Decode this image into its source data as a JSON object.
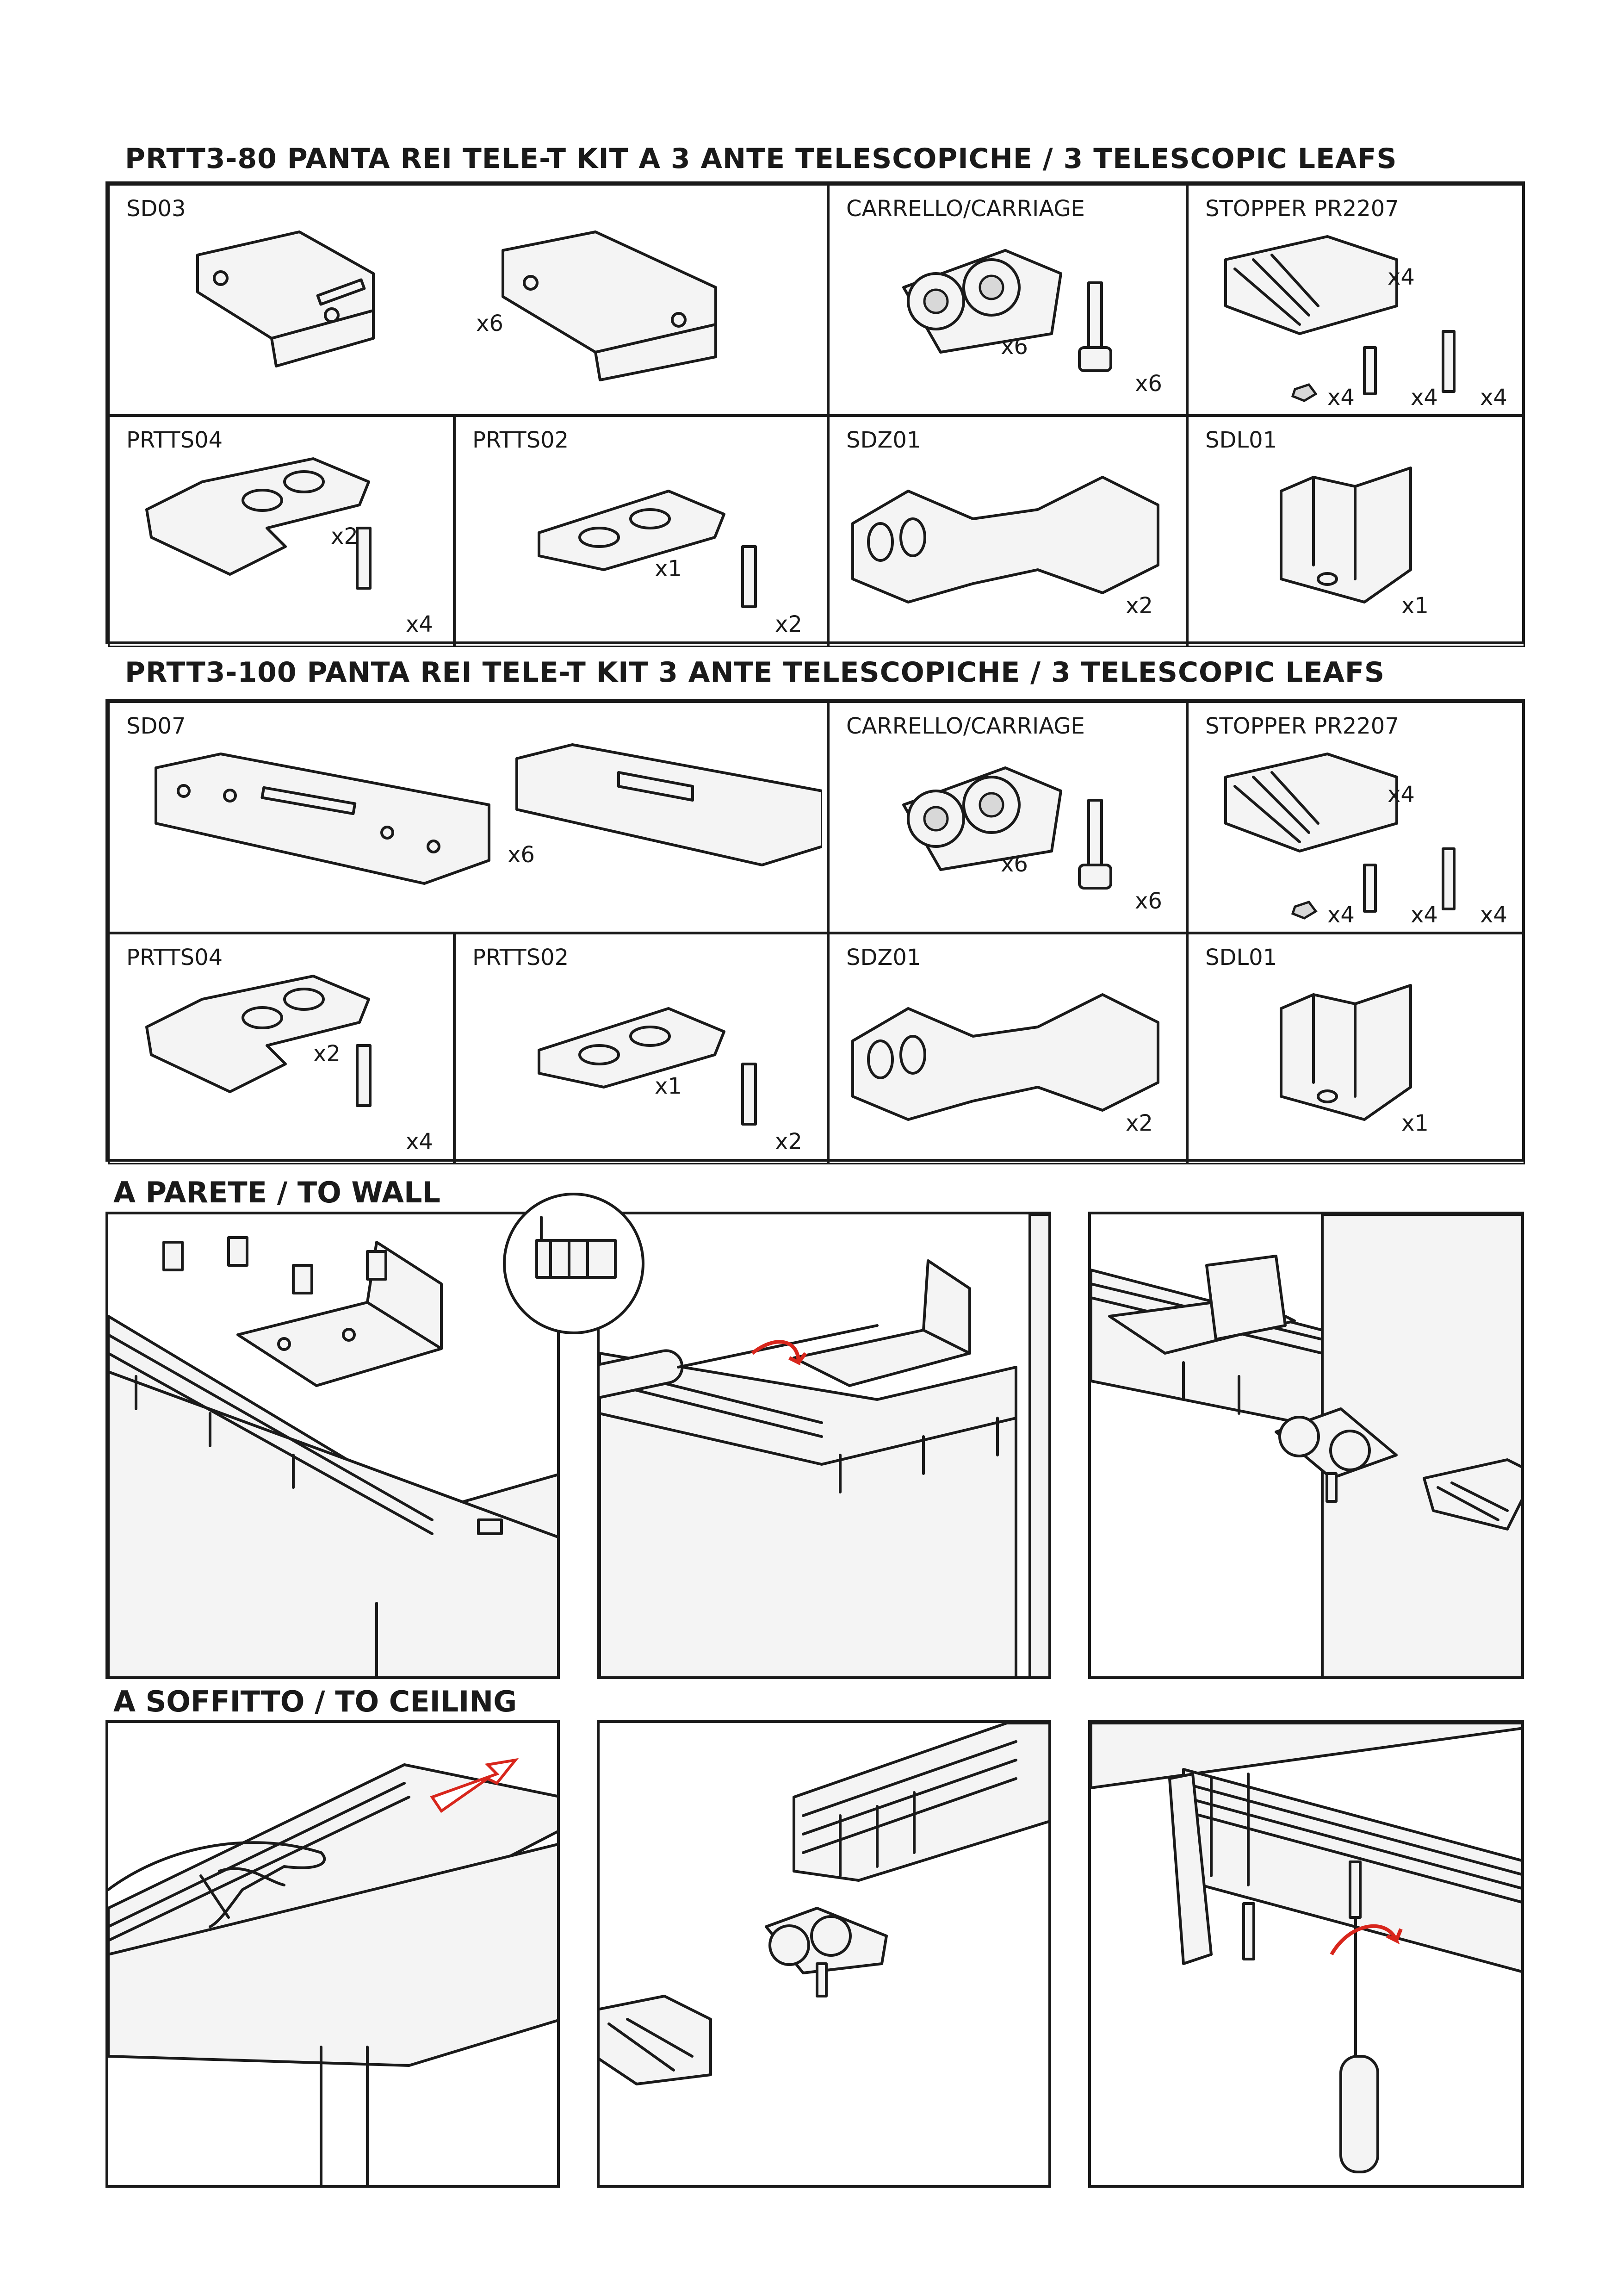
{
  "kit80": {
    "title": "PRTT3-80 PANTA REI TELE-T KIT A 3 ANTE TELESCOPICHE / 3 TELESCOPIC LEAFS",
    "cells": {
      "sd": {
        "label": "SD03",
        "qty": "x6"
      },
      "carriage": {
        "label": "CARRELLO/CARRIAGE",
        "qty": "x6",
        "qty2": "x6"
      },
      "stopper": {
        "label": "STOPPER PR2207",
        "qty": "x4",
        "qtyA": "x4",
        "qtyB": "x4",
        "qtyC": "x4"
      },
      "prtts04": {
        "label": "PRTTS04",
        "qty": "x2",
        "qty2": "x4"
      },
      "prtts02": {
        "label": "PRTTS02",
        "qty": "x1",
        "qty2": "x2"
      },
      "sdz01": {
        "label": "SDZ01",
        "qty": "x2"
      },
      "sdl01": {
        "label": "SDL01",
        "qty": "x1"
      }
    }
  },
  "kit100": {
    "title": "PRTT3-100 PANTA REI TELE-T KIT 3 ANTE TELESCOPICHE / 3 TELESCOPIC LEAFS",
    "cells": {
      "sd": {
        "label": "SD07",
        "qty": "x6"
      },
      "carriage": {
        "label": "CARRELLO/CARRIAGE",
        "qty": "x6",
        "qty2": "x6"
      },
      "stopper": {
        "label": "STOPPER PR2207",
        "qty": "x4",
        "qtyA": "x4",
        "qtyB": "x4",
        "qtyC": "x4"
      },
      "prtts04": {
        "label": "PRTTS04",
        "qty": "x2",
        "qty2": "x4"
      },
      "prtts02": {
        "label": "PRTTS02",
        "qty": "x1",
        "qty2": "x2"
      },
      "sdz01": {
        "label": "SDZ01",
        "qty": "x2"
      },
      "sdl01": {
        "label": "SDL01",
        "qty": "x1"
      }
    }
  },
  "sections": {
    "wall": "A PARETE / TO WALL",
    "ceiling": "A SOFFITTO / TO CEILING"
  },
  "colors": {
    "line": "#1a1a1a",
    "arrow": "#d8261c"
  }
}
